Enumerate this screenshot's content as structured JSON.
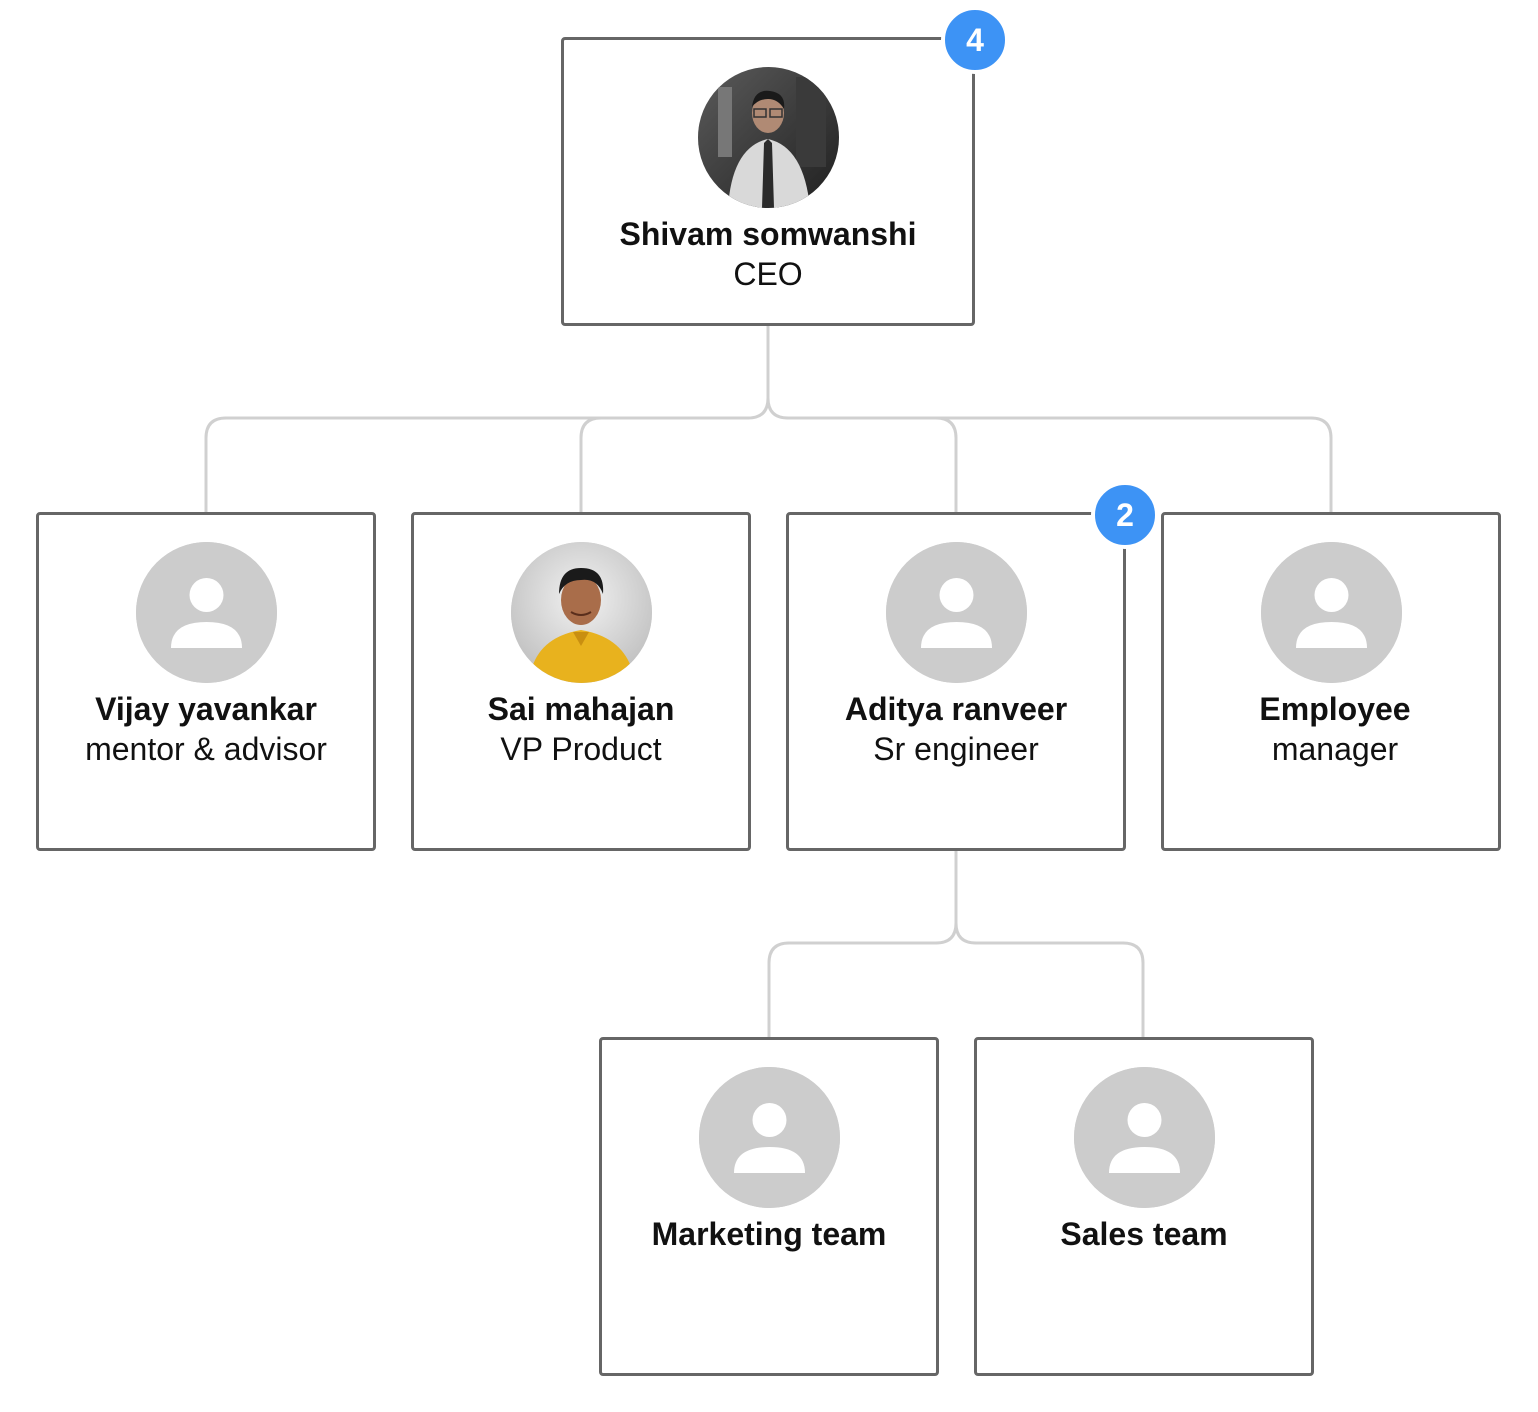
{
  "colors": {
    "card_border": "#666666",
    "connector": "#d0d0d0",
    "badge": "#3d93f5",
    "placeholder_avatar": "#cccccc"
  },
  "nodes": {
    "ceo": {
      "name": "Shivam somwanshi",
      "role": "CEO",
      "badge": "4",
      "avatar": "photo"
    },
    "vijay": {
      "name": "Vijay yavankar",
      "role": "mentor & advisor",
      "avatar": "person-placeholder-icon"
    },
    "sai": {
      "name": "Sai mahajan",
      "role": "VP Product",
      "avatar": "photo"
    },
    "aditya": {
      "name": "Aditya ranveer",
      "role": "Sr engineer",
      "badge": "2",
      "avatar": "person-placeholder-icon"
    },
    "employee": {
      "name": "Employee",
      "role": "manager",
      "avatar": "person-placeholder-icon"
    },
    "marketing": {
      "name": "Marketing team",
      "avatar": "person-placeholder-icon"
    },
    "sales": {
      "name": "Sales team",
      "avatar": "person-placeholder-icon"
    }
  }
}
